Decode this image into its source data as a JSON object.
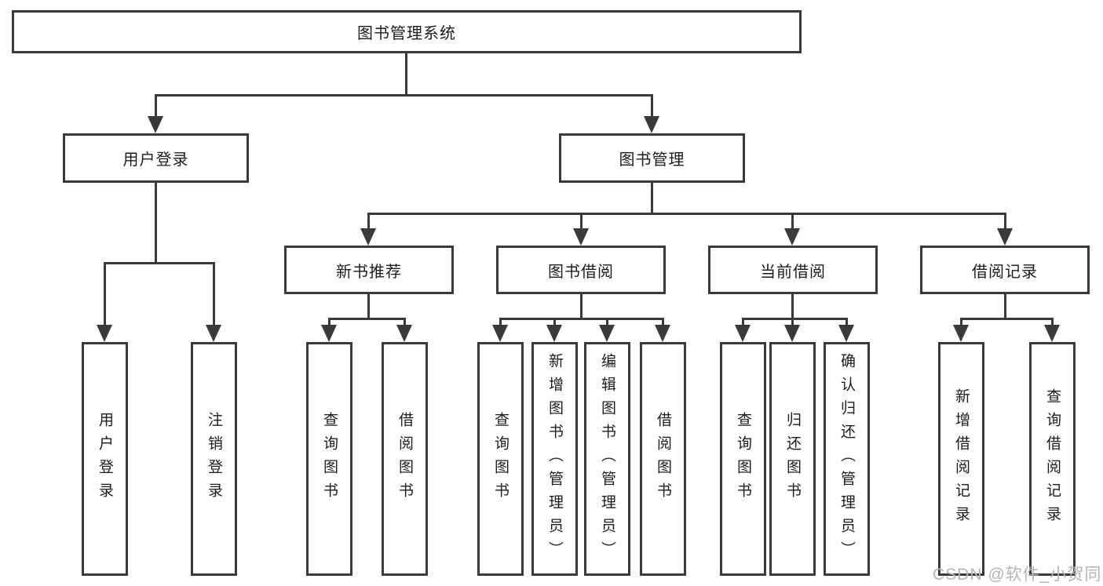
{
  "diagram": {
    "root": "图书管理系统",
    "level2": {
      "user_login": "用户登录",
      "book_mgmt": "图书管理"
    },
    "level3": {
      "new_books": "新书推荐",
      "borrowing": "图书借阅",
      "current": "当前借阅",
      "records": "借阅记录"
    },
    "leaves": {
      "login": [
        "用户登录",
        "注销登录"
      ],
      "new_books": [
        "查询图书",
        "借阅图书"
      ],
      "borrowing": [
        "查询图书",
        "新增图书（管理员）",
        "编辑图书（管理员）",
        "借阅图书"
      ],
      "current": [
        "查询图书",
        "归还图书",
        "确认归还（管理员）"
      ],
      "records": [
        "新增借阅记录",
        "查询借阅记录"
      ]
    },
    "colors": {
      "line": "#3a3a3a",
      "text": "#1c1c1c",
      "watermark": "#b5b5b5",
      "background": "#ffffff"
    },
    "watermark": "CSDN @软件_小贺同学"
  }
}
